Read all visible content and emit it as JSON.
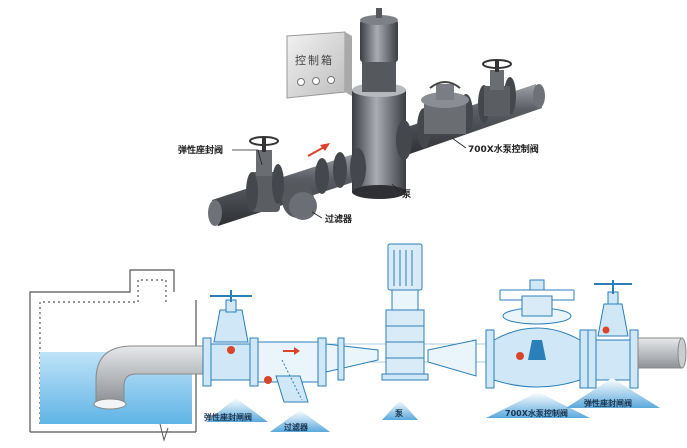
{
  "top_view": {
    "control_box_label": "控制箱",
    "labels": {
      "resilient_seat_valve": "弹性座封阀",
      "filter": "过滤器",
      "pump": "泵",
      "control_valve": "700X水泵控制阀"
    }
  },
  "bottom_view": {
    "labels": {
      "resilient_seat_gate_valve_left": "弹性座封闸阀",
      "filter": "过滤器",
      "pump": "泵",
      "control_valve": "700X水泵控制阀",
      "resilient_seat_gate_valve_right": "弹性座封闸阀"
    }
  },
  "colors": {
    "pipe_dark": "#4a4d52",
    "pipe_light": "#8a8e94",
    "outline_blue": "#2b7fb8",
    "fill_blue": "#cfe7f6",
    "water_blue": "#9fd2f0",
    "arrow_red": "#d9442a"
  }
}
